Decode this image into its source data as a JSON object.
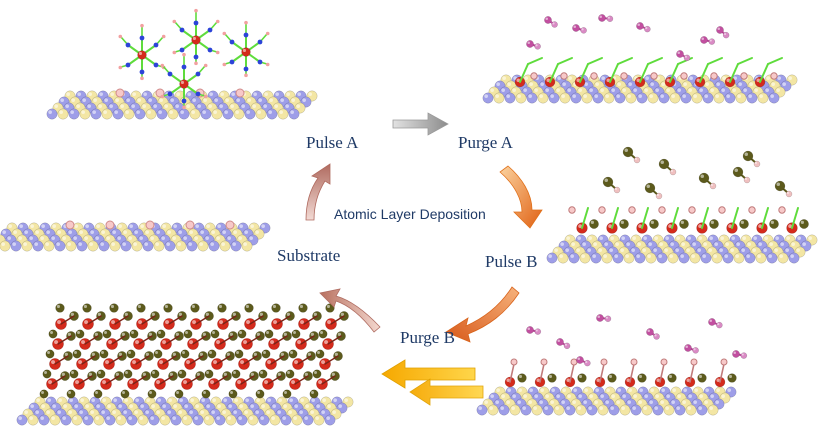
{
  "title": "Atomic Layer Deposition",
  "steps": {
    "pulse_a": "Pulse A",
    "purge_a": "Purge A",
    "pulse_b": "Pulse B",
    "purge_b": "Purge B",
    "substrate": "Substrate"
  },
  "colors": {
    "substrate_yellow": "#f3e6a4",
    "substrate_blue": "#9e9ee8",
    "metal_red": "#d42a1c",
    "oxygen_olive": "#5c5a1c",
    "ligand_green": "#5fdc3c",
    "byproduct_pink": "#c24fa0",
    "arrow_gray": "#9a9a9a",
    "arrow_orange": "#e8731f",
    "arrow_brown": "#b5746a",
    "arrow_yellow": "#f2b81e",
    "label_blue": "#1f3a66"
  }
}
